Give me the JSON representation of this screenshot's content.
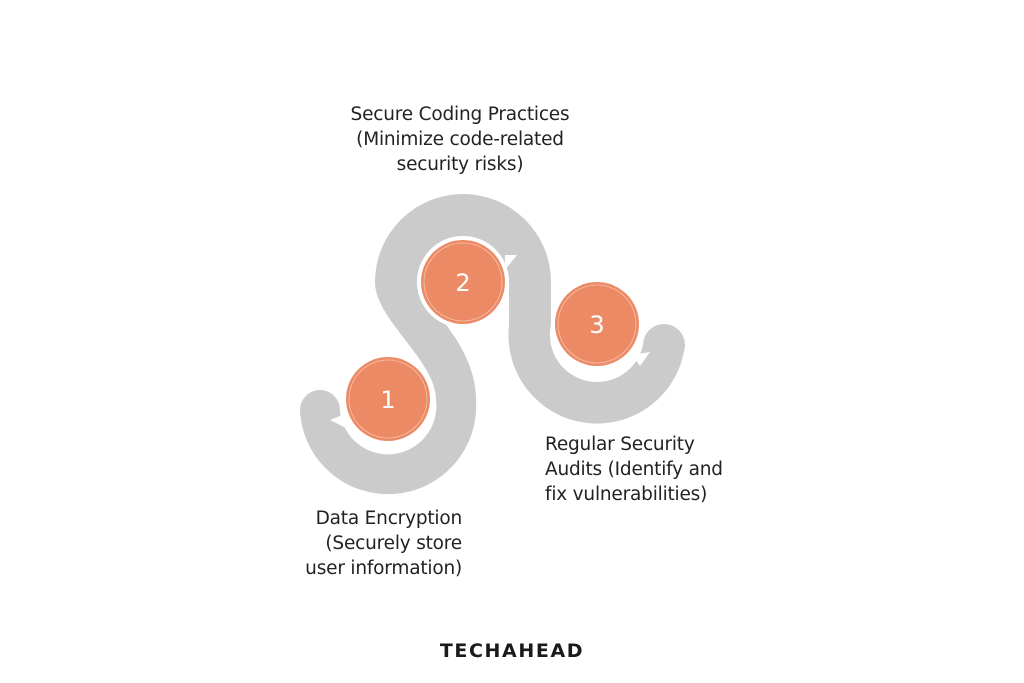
{
  "diagram": {
    "type": "process-flow",
    "colors": {
      "track": "#cbcbcb",
      "step_fill": "#ec8a65",
      "step_ring": "#ffffff",
      "text": "#222222"
    },
    "steps": [
      {
        "number": "1",
        "title": "Data Encryption",
        "lines": [
          "Data Encryption",
          "(Securely store",
          "user information)"
        ]
      },
      {
        "number": "2",
        "title": "Secure Coding Practices",
        "lines": [
          "Secure Coding Practices",
          "(Minimize code-related",
          "security risks)"
        ]
      },
      {
        "number": "3",
        "title": "Regular Security Audits",
        "lines": [
          "Regular Security",
          "Audits (Identify and",
          "fix vulnerabilities)"
        ]
      }
    ]
  },
  "branding": {
    "logo_text": "TECHAHEAD"
  }
}
